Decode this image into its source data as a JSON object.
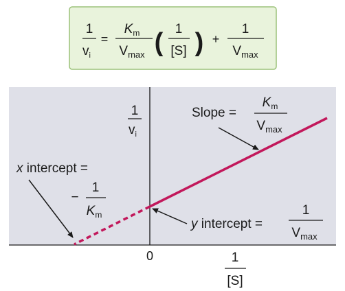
{
  "equation": {
    "lhs_num": "1",
    "lhs_den_main": "v",
    "lhs_den_sub": "i",
    "equals": "=",
    "km_main": "K",
    "km_sub": "m",
    "vmax_main": "V",
    "vmax_sub": "max",
    "paren_open": "(",
    "paren_close": ")",
    "s_num": "1",
    "s_den": "[S]",
    "plus": "+",
    "last_num": "1"
  },
  "chart_data": {
    "type": "line",
    "title": "",
    "xlabel": "1/[S]",
    "ylabel": "1/vi",
    "x_tick_labels": [
      "0"
    ],
    "grid": false,
    "series": [
      {
        "style": "solid",
        "color": "#c2185b",
        "segment": "measured (x ≥ 0)"
      },
      {
        "style": "dashed",
        "color": "#c2185b",
        "segment": "extrapolated (x < 0)"
      }
    ],
    "annotations": {
      "slope": "Slope =",
      "x_intercept": "x intercept =",
      "x_intercept_minus": "−",
      "y_intercept": "y intercept ="
    }
  },
  "colors": {
    "equation_bg": "#e9f3dc",
    "equation_border": "#9cc27a",
    "plot_bg": "#dfe0e8",
    "line": "#c2185b",
    "axis": "#1a1a1a"
  }
}
